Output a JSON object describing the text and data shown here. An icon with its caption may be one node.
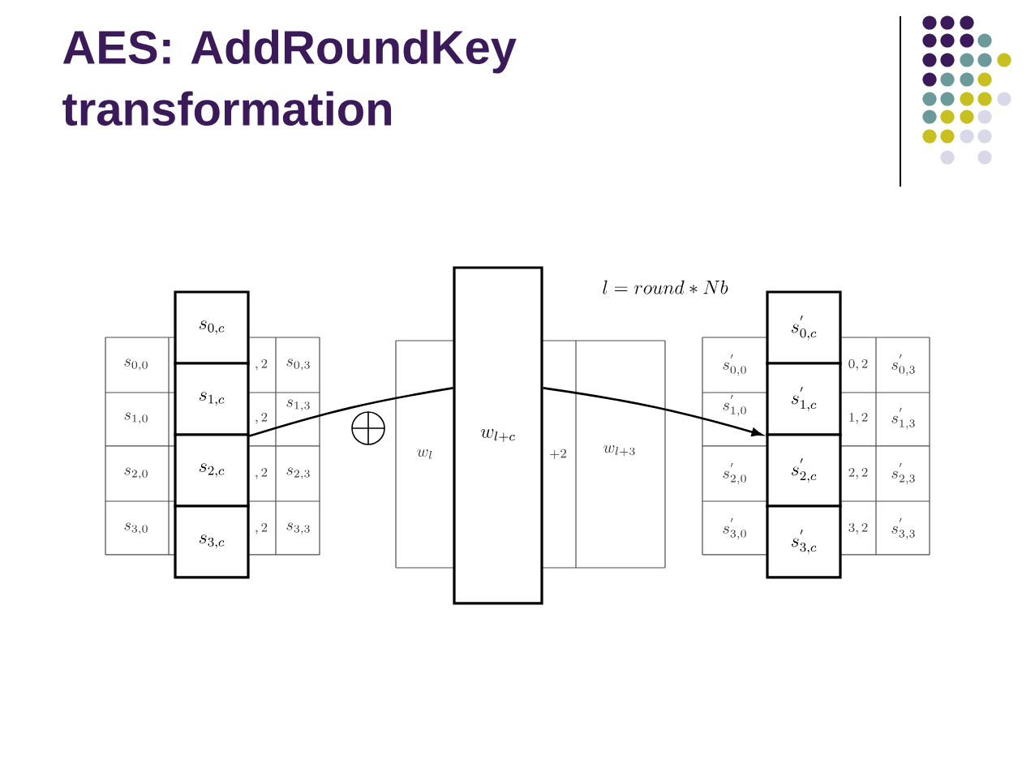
{
  "diagram": {
    "title": "AES: AddRoundKey transformation",
    "nodes": [
      {
        "text": [
          "s_{0,0}"
        ]
      },
      {
        "text": [
          "s_{1,0}"
        ]
      },
      {
        "text": [
          "s_{2,0}"
        ]
      },
      {
        "text": [
          "s_{3,0}"
        ]
      },
      {
        "text": [
          ",2"
        ]
      },
      {
        "text": [
          ",2"
        ]
      },
      {
        "text": [
          ",2"
        ]
      },
      {
        "text": [
          ",2"
        ]
      },
      {
        "text": [
          "s_{0,3}"
        ]
      },
      {
        "text": [
          "s_{1,3}"
        ]
      },
      {
        "text": [
          "s_{2,3}"
        ]
      },
      {
        "text": [
          "s_{3,3}"
        ]
      },
      {
        "text": [
          "s_{0,c}"
        ]
      },
      {
        "text": [
          "s_{1,c}"
        ]
      },
      {
        "text": [
          "s_{2,c}"
        ]
      },
      {
        "text": [
          "s_{3,c}"
        ]
      },
      {
        "text": [
          "w_{l}"
        ]
      },
      {
        "text": [
          "+2"
        ]
      },
      {
        "text": [
          "w_{l+3}"
        ]
      },
      {
        "text": [
          "w_{l+c}"
        ]
      },
      {
        "text": [
          "s^{'}_{0,0}"
        ]
      },
      {
        "text": [
          "s^{'}_{1,0}"
        ]
      },
      {
        "text": [
          "s^{'}_{2,0}"
        ]
      },
      {
        "text": [
          "s^{'}_{3,0}"
        ]
      },
      {
        "text": [
          "0,2"
        ]
      },
      {
        "text": [
          "1,2"
        ]
      },
      {
        "text": [
          "2,2"
        ]
      },
      {
        "text": [
          "3,2"
        ]
      },
      {
        "text": [
          "s^{'}_{0,3}"
        ]
      },
      {
        "text": [
          "s^{'}_{1,3}"
        ]
      },
      {
        "text": [
          "s^{'}_{2,3}"
        ]
      },
      {
        "text": [
          "s^{'}_{3,3}"
        ]
      },
      {
        "text": [
          "s^{'}_{0,c}"
        ]
      },
      {
        "text": [
          "s^{'}_{1,c}"
        ]
      },
      {
        "text": [
          "s^{'}_{2,c}"
        ]
      },
      {
        "text": [
          "s^{'}_{3,c}"
        ]
      }
    ],
    "edges": [
      {
        "from": 13,
        "to": 19,
        "arrow": "none"
      },
      {
        "from": 19,
        "to": 33,
        "arrow": "to"
      }
    ],
    "labels": [
      "l = round * Nb"
    ]
  }
}
